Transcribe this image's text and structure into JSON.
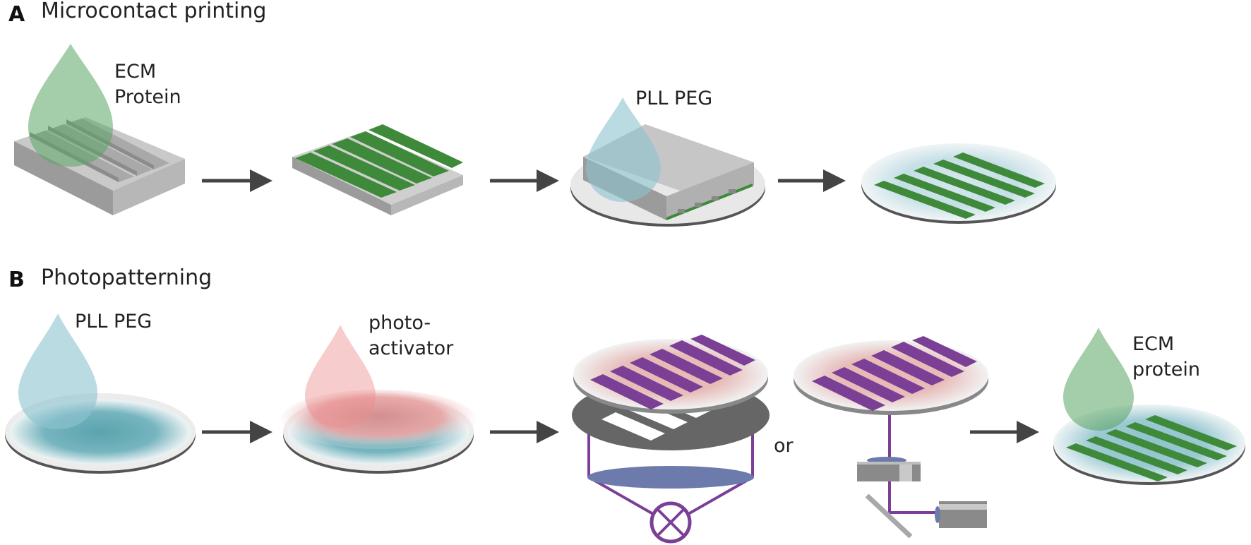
{
  "panel_a": {
    "letter": "A",
    "title": "Microcontact printing",
    "labels": {
      "ecm_line1": "ECM",
      "ecm_line2": "Protein",
      "pllpeg": "PLL PEG"
    }
  },
  "panel_b": {
    "letter": "B",
    "title": "Photopatterning",
    "labels": {
      "pllpeg": "PLL PEG",
      "photo_line1": "photo-",
      "photo_line2": "activator",
      "or": "or",
      "ecm_line1": "ECM",
      "ecm_line2": "protein"
    }
  },
  "colors": {
    "ecm_green": "#5aa463",
    "stripe_green": "#3f8a3a",
    "pllpeg_blue": "#8ec3cf",
    "coating_teal": "#5aa3ad",
    "photoactivator_pink": "#ec8f8f",
    "pattern_purple": "#7b3f95",
    "stamp_gray": "#bdbdbd",
    "arrow_gray": "#444444",
    "lens_blue": "#6c7bab"
  },
  "icons": [
    "droplet-icon",
    "arrow-right-icon",
    "stamp-icon",
    "coverslip-icon",
    "photomask-icon",
    "lens-icon",
    "lamp-icon",
    "mirror-icon",
    "camera-icon"
  ]
}
